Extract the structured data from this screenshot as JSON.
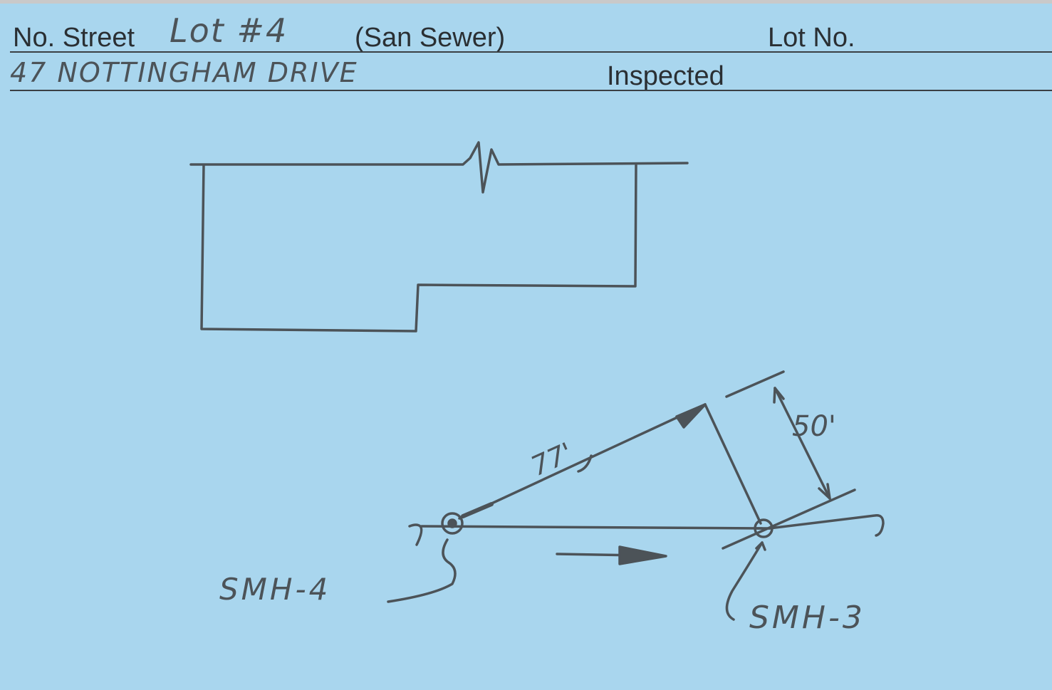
{
  "card": {
    "street_label": "No. Street",
    "lot_no_label": "Lot No.",
    "inspected_label": "Inspected",
    "street_handwritten": "Lot #4",
    "street_note": "(San Sewer)",
    "address_handwritten": "47 NOTTINGHAM DRIVE"
  },
  "sketch": {
    "dimension_77": "77'",
    "dimension_50": "50'",
    "manhole_upstream": "SMH-4",
    "manhole_downstream": "SMH-3"
  },
  "colors": {
    "card_background": "#a9d6ee",
    "printed_ink": "#2a2f33",
    "pencil": "#4c5358"
  }
}
